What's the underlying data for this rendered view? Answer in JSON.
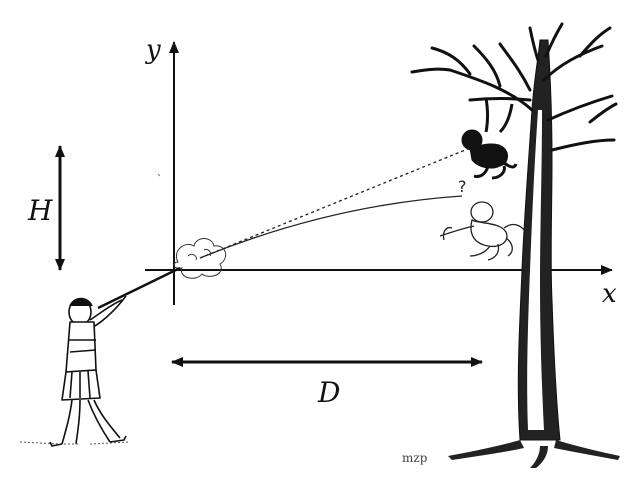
{
  "labels": {
    "y_axis": "y",
    "x_axis": "x",
    "height": "H",
    "distance": "D",
    "question": "?"
  },
  "figures": {
    "hunter": "hunter-with-blowgun",
    "monkey": "monkey-hanging",
    "monkey_falling": "monkey-falling",
    "tree": "bare-tree",
    "signature": "mzp"
  },
  "colors": {
    "ink": "#111111",
    "paper": "#ffffff"
  }
}
